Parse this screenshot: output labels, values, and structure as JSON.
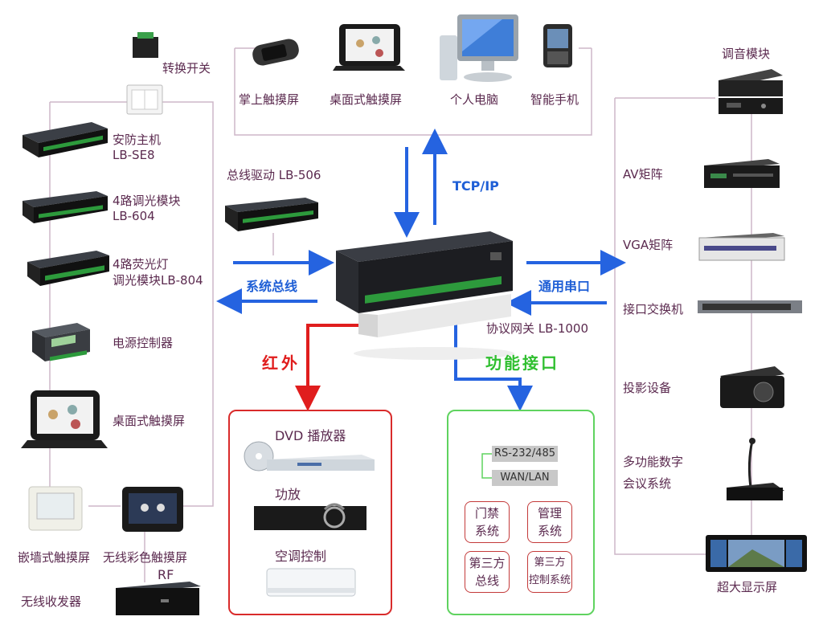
{
  "center": {
    "label": "协议网关 LB-1000"
  },
  "top_network": {
    "protocol": "TCP/IP",
    "devices": [
      "掌上触摸屏",
      "桌面式触摸屏",
      "个人电脑",
      "智能手机"
    ]
  },
  "left_chain": {
    "switch": "转换开关",
    "bus_driver": "总线驱动 LB-506",
    "bus_label": "系统总线",
    "items": [
      {
        "line1": "安防主机",
        "line2": "LB-SE8"
      },
      {
        "line1": "4路调光模块",
        "line2": "LB-604"
      },
      {
        "line1": "4路荧光灯",
        "line2": "调光模块LB-804"
      },
      {
        "line1": "电源控制器",
        "line2": ""
      },
      {
        "line1": "桌面式触摸屏",
        "line2": ""
      }
    ],
    "bottom": {
      "wall_panel": "嵌墙式触摸屏",
      "wireless_panel": "无线彩色触摸屏",
      "rf": "RF",
      "transceiver": "无线收发器"
    }
  },
  "right_chain": {
    "serial_label": "通用串口",
    "items": [
      "调音模块",
      "AV矩阵",
      "VGA矩阵",
      "接口交换机",
      "投影设备",
      "多功能数字",
      "会议系统",
      "超大显示屏"
    ]
  },
  "infrared": {
    "label": "红外",
    "items": [
      "DVD 播放器",
      "功放",
      "空调控制"
    ]
  },
  "function_port": {
    "label": "功能接口",
    "tags": [
      "RS-232/485",
      "WAN/LAN"
    ],
    "cells": [
      {
        "l1": "门禁",
        "l2": "系统"
      },
      {
        "l1": "管理",
        "l2": "系统"
      },
      {
        "l1": "第三方",
        "l2": "总线"
      },
      {
        "l1": "第三方",
        "l2": "控制系统"
      }
    ]
  },
  "colors": {
    "line": "#cdb7c8",
    "blue": "#2563e0",
    "red": "#e01d1d",
    "green": "#5fd35f",
    "label": "#5b2a4f"
  }
}
